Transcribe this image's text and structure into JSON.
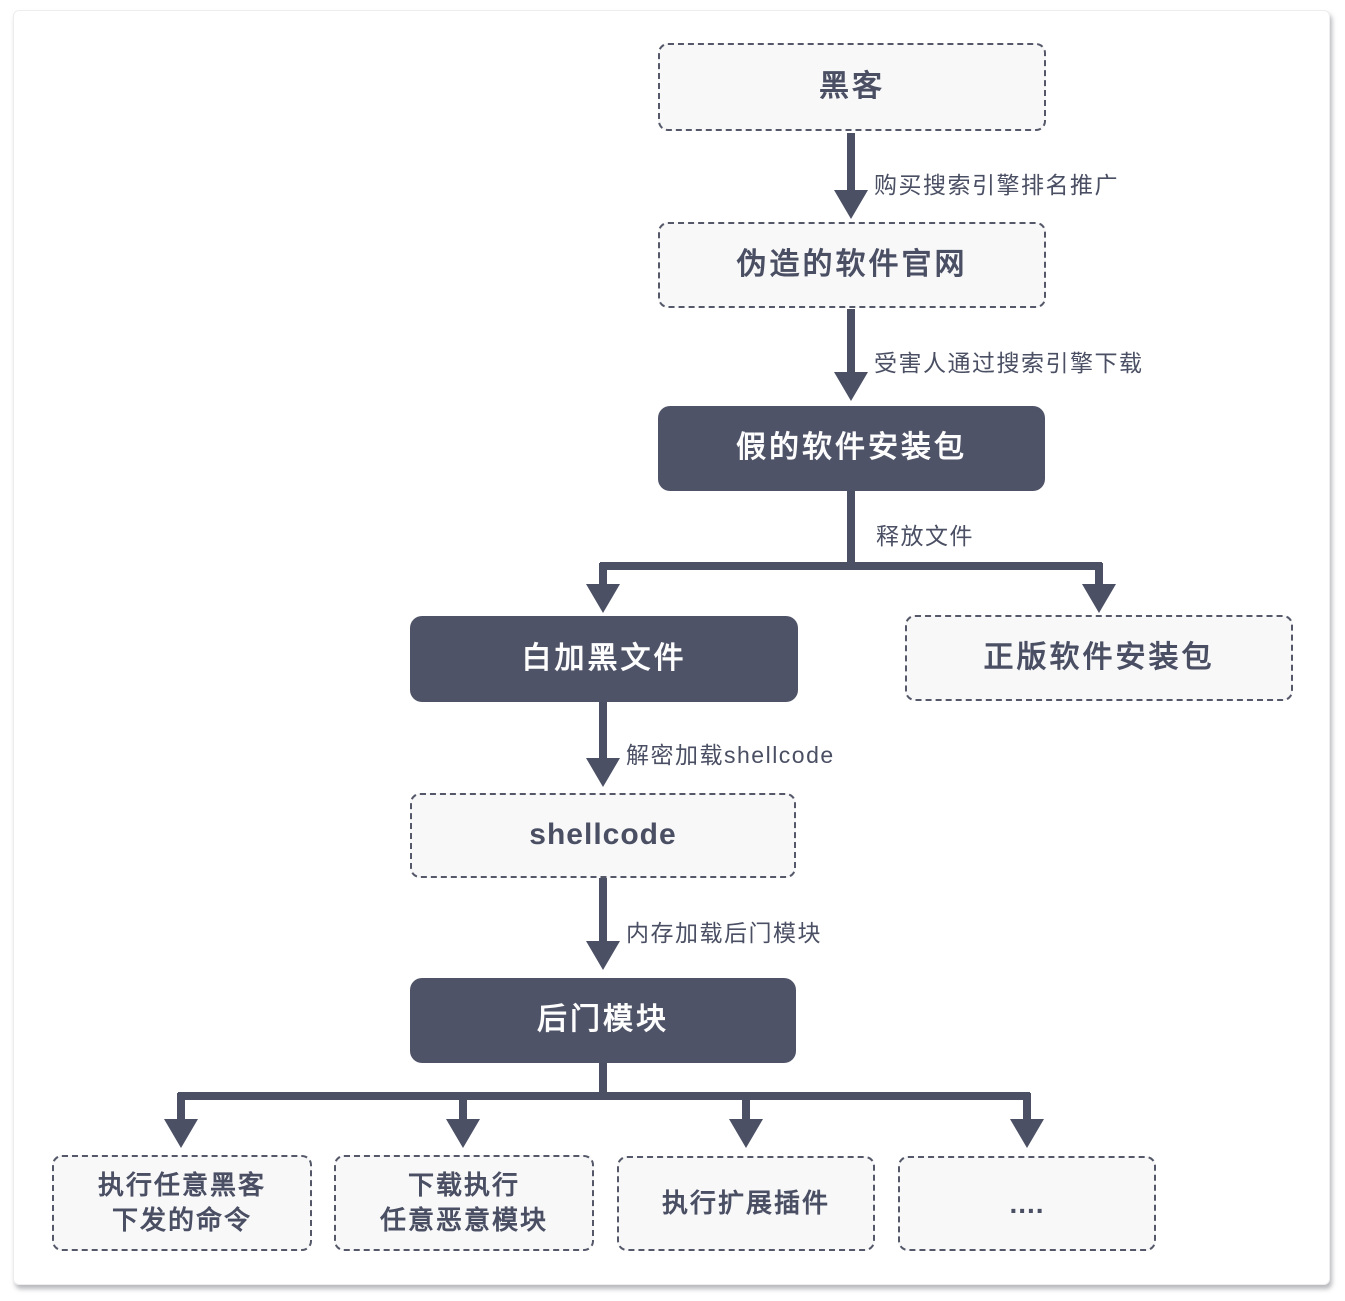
{
  "diagram": {
    "nodes": {
      "hacker": {
        "label": "黑客"
      },
      "fake_site": {
        "label": "伪造的软件官网"
      },
      "fake_installer": {
        "label": "假的软件安装包"
      },
      "white_black_file": {
        "label": "白加黑文件"
      },
      "genuine_installer": {
        "label": "正版软件安装包"
      },
      "shellcode": {
        "label": "shellcode"
      },
      "backdoor_module": {
        "label": "后门模块"
      },
      "exec_hacker_cmds": {
        "label": "执行任意黑客\n下发的命令"
      },
      "download_exec_malicious": {
        "label": "下载执行\n任意恶意模块"
      },
      "exec_extension_plugins": {
        "label": "执行扩展插件"
      },
      "more": {
        "label": "...."
      }
    },
    "edge_labels": {
      "buy_seo_ranking": "购买搜索引擎排名推广",
      "victim_downloads": "受害人通过搜索引擎下载",
      "drop_files": "释放文件",
      "decrypt_load_shellcode": "解密加载shellcode",
      "memory_load_backdoor": "内存加载后门模块"
    },
    "colors": {
      "dark_node_bg": "#4f5367",
      "dark_node_text": "#fdfdfe",
      "light_node_bg": "#f8f8f9",
      "dashed_border": "#545869",
      "connector": "#4b5065",
      "label_text": "#4a4f63"
    }
  }
}
